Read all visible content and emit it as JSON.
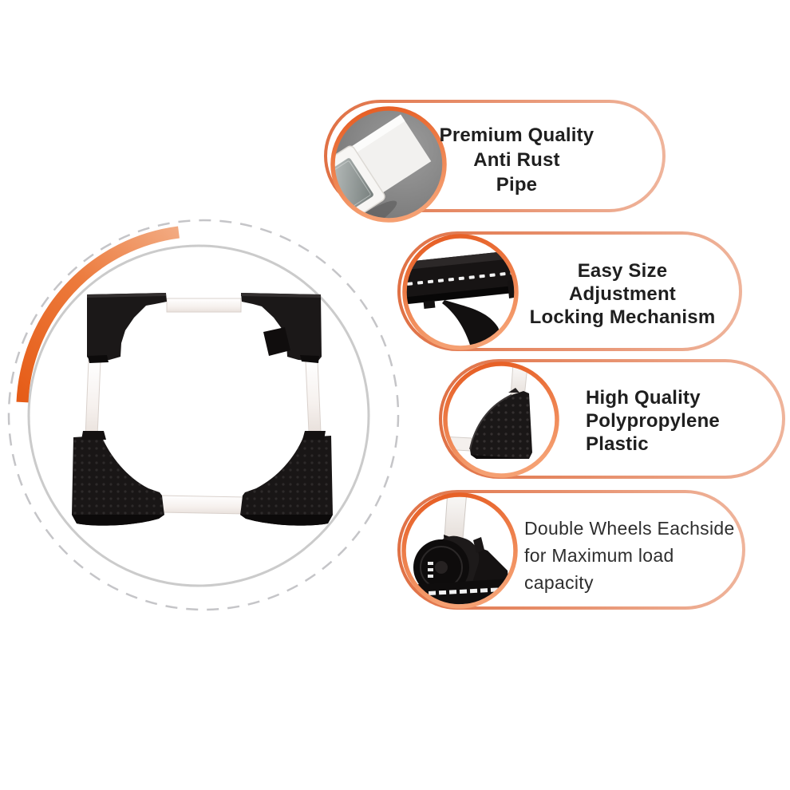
{
  "page": {
    "background": "#ffffff",
    "subject": "adjustable-appliance-stand-infographic"
  },
  "callouts": [
    {
      "icon": "square-pipe-photo-icon",
      "align": "center",
      "lines": [
        "Premium Quality",
        "Anti Rust",
        "Pipe"
      ]
    },
    {
      "icon": "locking-mechanism-photo-icon",
      "align": "center",
      "lines": [
        "Easy Size",
        "Adjustment",
        "Locking Mechanism"
      ]
    },
    {
      "icon": "plastic-corner-photo-icon",
      "align": "left",
      "lines": [
        "High Quality",
        "Polypropylene",
        "Plastic"
      ]
    },
    {
      "icon": "double-wheel-photo-icon",
      "align": "left",
      "lines": [
        "Double Wheels Eachside",
        "for Maximum load",
        "capacity"
      ]
    }
  ],
  "colors": {
    "accent_orange_dark": "#e65c17",
    "accent_orange_light": "#f2aa81",
    "ring_orange_top": "#e55a1f",
    "ring_orange_bottom": "#f59e71",
    "pill_border_left": "#e07145",
    "pill_border_right": "#efb49b",
    "text_primary": "#1f1f1f",
    "text_secondary": "#2e2e2e",
    "gray_circle": "#cbcbcb",
    "dashed_circle": "#c5c5c8",
    "product_black": "#1b1818",
    "pipe_white": "#f4f0ed",
    "photo_gray_bg": "#8a8a8a"
  }
}
